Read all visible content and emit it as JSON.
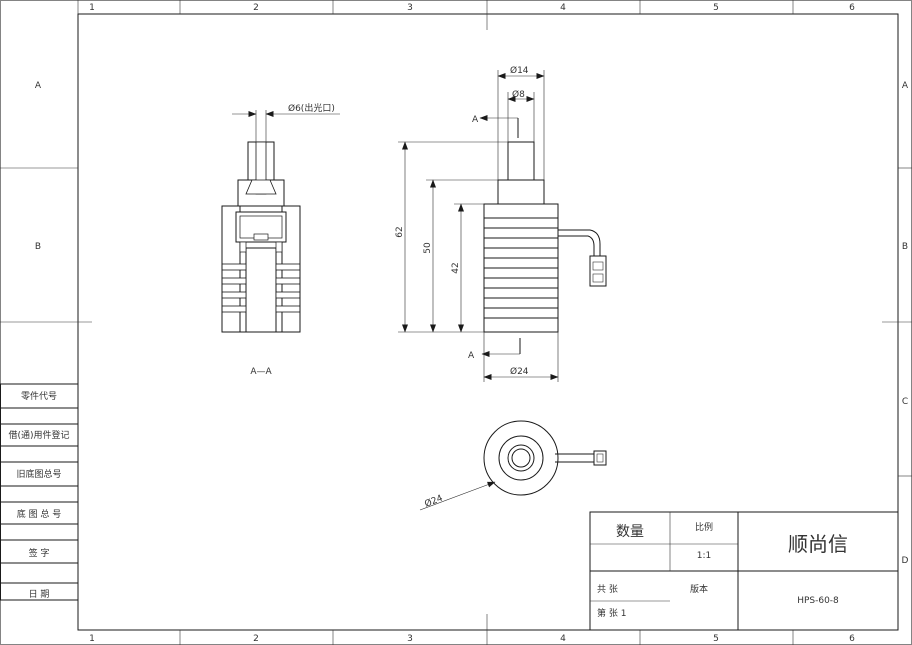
{
  "frame": {
    "top_numbers": [
      "1",
      "2",
      "3",
      "4",
      "5",
      "6"
    ],
    "bottom_numbers": [
      "1",
      "2",
      "3",
      "4",
      "5",
      "6"
    ],
    "side_letters": [
      "A",
      "B",
      "C",
      "D"
    ]
  },
  "left_table": {
    "rows": [
      "零件代号",
      "借(通)用件登记",
      "旧底图总号",
      "底 图 总 号",
      "签  字",
      "日  期"
    ]
  },
  "section_view": {
    "bore_dim": "Ø6(出光口)",
    "label": "A—A"
  },
  "front_view": {
    "dim_top_outer": "Ø14",
    "dim_top_inner": "Ø8",
    "dim_h_62": "62",
    "dim_h_50": "50",
    "dim_h_42": "42",
    "dim_base": "Ø24",
    "cut_top": "A",
    "cut_bottom": "A"
  },
  "top_view": {
    "dim_dia": "Ø24"
  },
  "title_block": {
    "qty_label": "数量",
    "scale_label": "比例",
    "scale_value": "1:1",
    "company": "顺尚信",
    "sheets_total": "共  张",
    "version_label": "版本",
    "sheet_no": "第  张 1",
    "drawing_no": "HPS-60-8"
  }
}
